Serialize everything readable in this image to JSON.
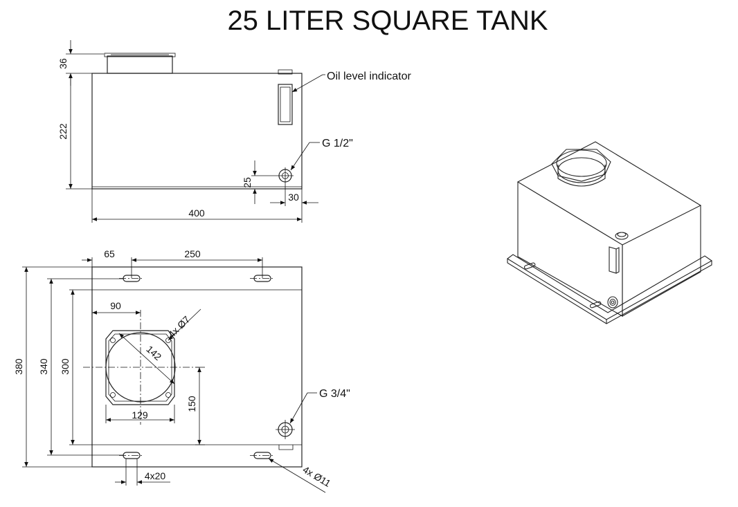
{
  "title": "25 LITER SQUARE TANK",
  "side_view": {
    "dim_height_top": "36",
    "dim_height_body": "222",
    "dim_width": "400",
    "dim_port_height": "25",
    "dim_port_offset": "30",
    "label_oil_level": "Oil level indicator",
    "label_port_top": "G 1/2\""
  },
  "top_view": {
    "dim_edge_offset": "65",
    "dim_hole_spacing": "250",
    "dim_total_height": "380",
    "dim_hole_height": "340",
    "dim_body_height": "300",
    "dim_flange_offset": "90",
    "dim_bolt_holes": "4x Ø7",
    "dim_diagonal": "142",
    "dim_flange_width": "129",
    "dim_flange_height": "150",
    "dim_slot": "4x20",
    "dim_mount_holes": "4x Ø11",
    "label_port_bottom": "G 3/4\""
  }
}
